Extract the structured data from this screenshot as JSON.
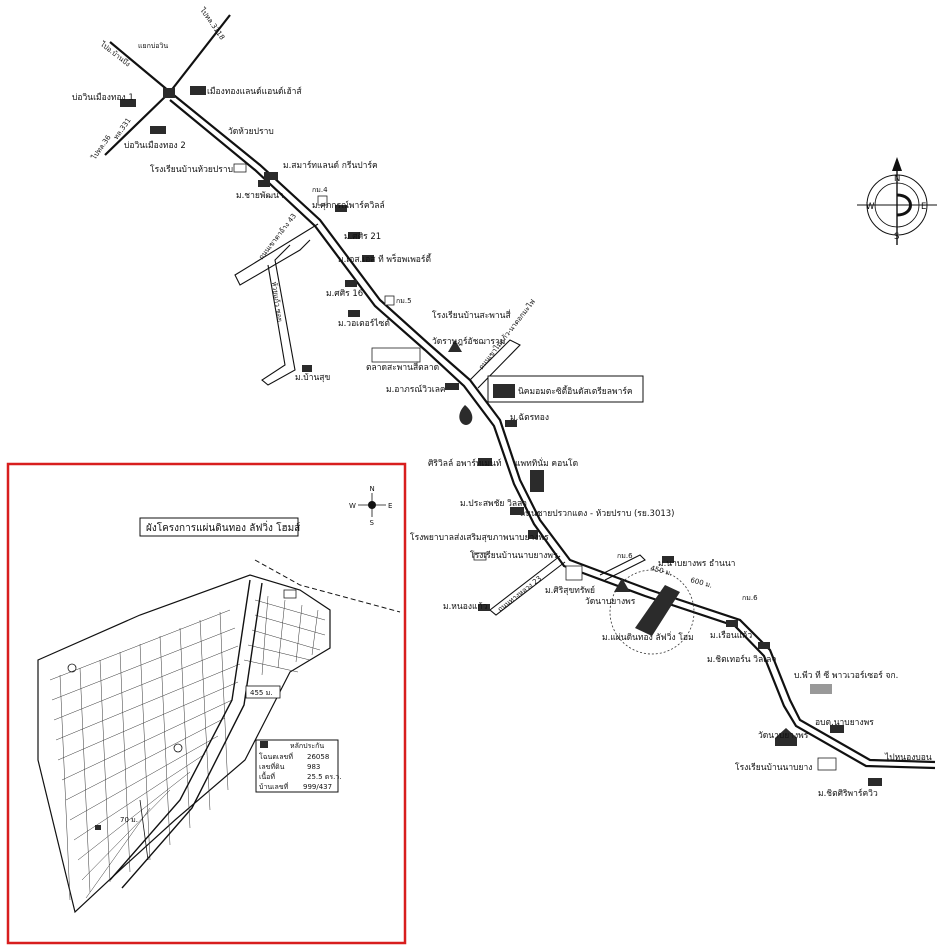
{
  "compass": {
    "n": "N",
    "s": "S",
    "e": "E",
    "w": "W"
  },
  "roads": {
    "r3118": "ไปทล.3118",
    "r36": "ไปทล.36",
    "r331": "ทล.331",
    "to_ban_bueng": "ไปอ.บ้านบึง",
    "intersection": "แยกบ่อวิน",
    "r43": "ถนนเขาตาอ้าง 43",
    "lane_no": "ห้วยแก้ว ซอย",
    "khao_mai_kaew": "ถนนเขาไม้แก้ว-นาดอกมะไฟ",
    "main_road": "ถนนชายปรวกแดง - ห้วยปราบ (รย.3013)",
    "r23": "ถนนทางหลวง 23",
    "to_nong_bon": "ไปหนองบอน"
  },
  "places": {
    "bowin_1": "บ่อวินเมืองทอง 1",
    "bowin_2": "บ่อวินเมืองทอง 2",
    "muang_thong": "เมืองทองแลนด์แอนด์เฮ้าส์",
    "wat_huai_prab": "วัดห้วยปราบ",
    "smart_land": "ม.สมาร์ทแลนด์ กรีนปาร์ค",
    "school_huai_prab": "โรงเรียนบ้านห้วยปราบ",
    "chai_phatthana": "ม.ชายพัฒนา",
    "km4": "กม.4",
    "supakorn": "ม.ศุภกรณ์พาร์ควิลล์",
    "siri21": "ม.ศศิร 21",
    "sds": "ม.เอส.เอส ที พร็อพเพอร์ตี้",
    "siri16": "ม.ศศิร 16",
    "km5": "กม.5",
    "world_city": "ม.วอเตอร์ไซต์",
    "school_saphan": "โรงเรียนบ้านสะพานสี่",
    "wat_phra": "วัดราษฎร์อัชฌาราม",
    "market": "ตลาดสะพานสี่ตลาด",
    "ban_suk": "ม.บ้านสุข",
    "amorn": "ม.อาภรณ์วิวเลค",
    "industrial": "นิคมอมตะซิตี้อินดัสเตรียลพาร์ค",
    "chatthong": "ม.ฉัตรทอง",
    "condo": "ศิริวิลล์ อพาร์ทเมนท์",
    "pattaya": "แพททินั่ม คอนโด",
    "pracha": "ม.ประสพชัย วิลล่า",
    "hospital": "โรงพยาบาลส่งเสริมสุขภาพนาบยางพร",
    "school_nabyang": "โรงเรียนบ้านนาบยางพร",
    "km6": "กม.6",
    "nabyang": "ม.นาบยางพร ธำนนา",
    "sirisuk": "ม.ศิริสุขทรัพย์",
    "wat_nabyang": "วัดนาบยางพร",
    "dist_450": "450 ม.",
    "dist_600": "600 ม.",
    "km6_5": "กม.6",
    "nongkaew": "ม.หนองแก้ว",
    "project": "ม.แผ่นดินทอง ลัฟวิ่ง โฮม",
    "chaokaew": "ม.เรือนแก้ว",
    "sirin": "ม.ชิตเทอร์น วิลเลจ",
    "factory": "บ.พีว ที ซี พาวเวอร์เซอร์ จก.",
    "or_bor_tor": "อบต.นาบยางพร",
    "wat_nabyang_2": "วัดนาบยางพร",
    "school_ban_nabyang": "โรงเรียนบ้านนาบยาง",
    "siripark": "ม.ชิตศิริพาร์ควิว"
  },
  "plan": {
    "title": "ผังโครงการแผ่นดินทอง ลัฟวิ่ง โฮมส์",
    "dim_455": "455 ม.",
    "dim_70": "70 ม.",
    "legend_title": "หลักประกัน",
    "legend_rows": [
      {
        "k": "โฉนดเลขที่",
        "v": "26058"
      },
      {
        "k": "เลขที่ดิน",
        "v": "983"
      },
      {
        "k": "เนื้อที่",
        "v": "25.5 ตร.ว."
      },
      {
        "k": "บ้านเลขที่",
        "v": "999/437"
      }
    ]
  },
  "colors": {
    "frame": "#d81e1e",
    "ink": "#111111"
  }
}
